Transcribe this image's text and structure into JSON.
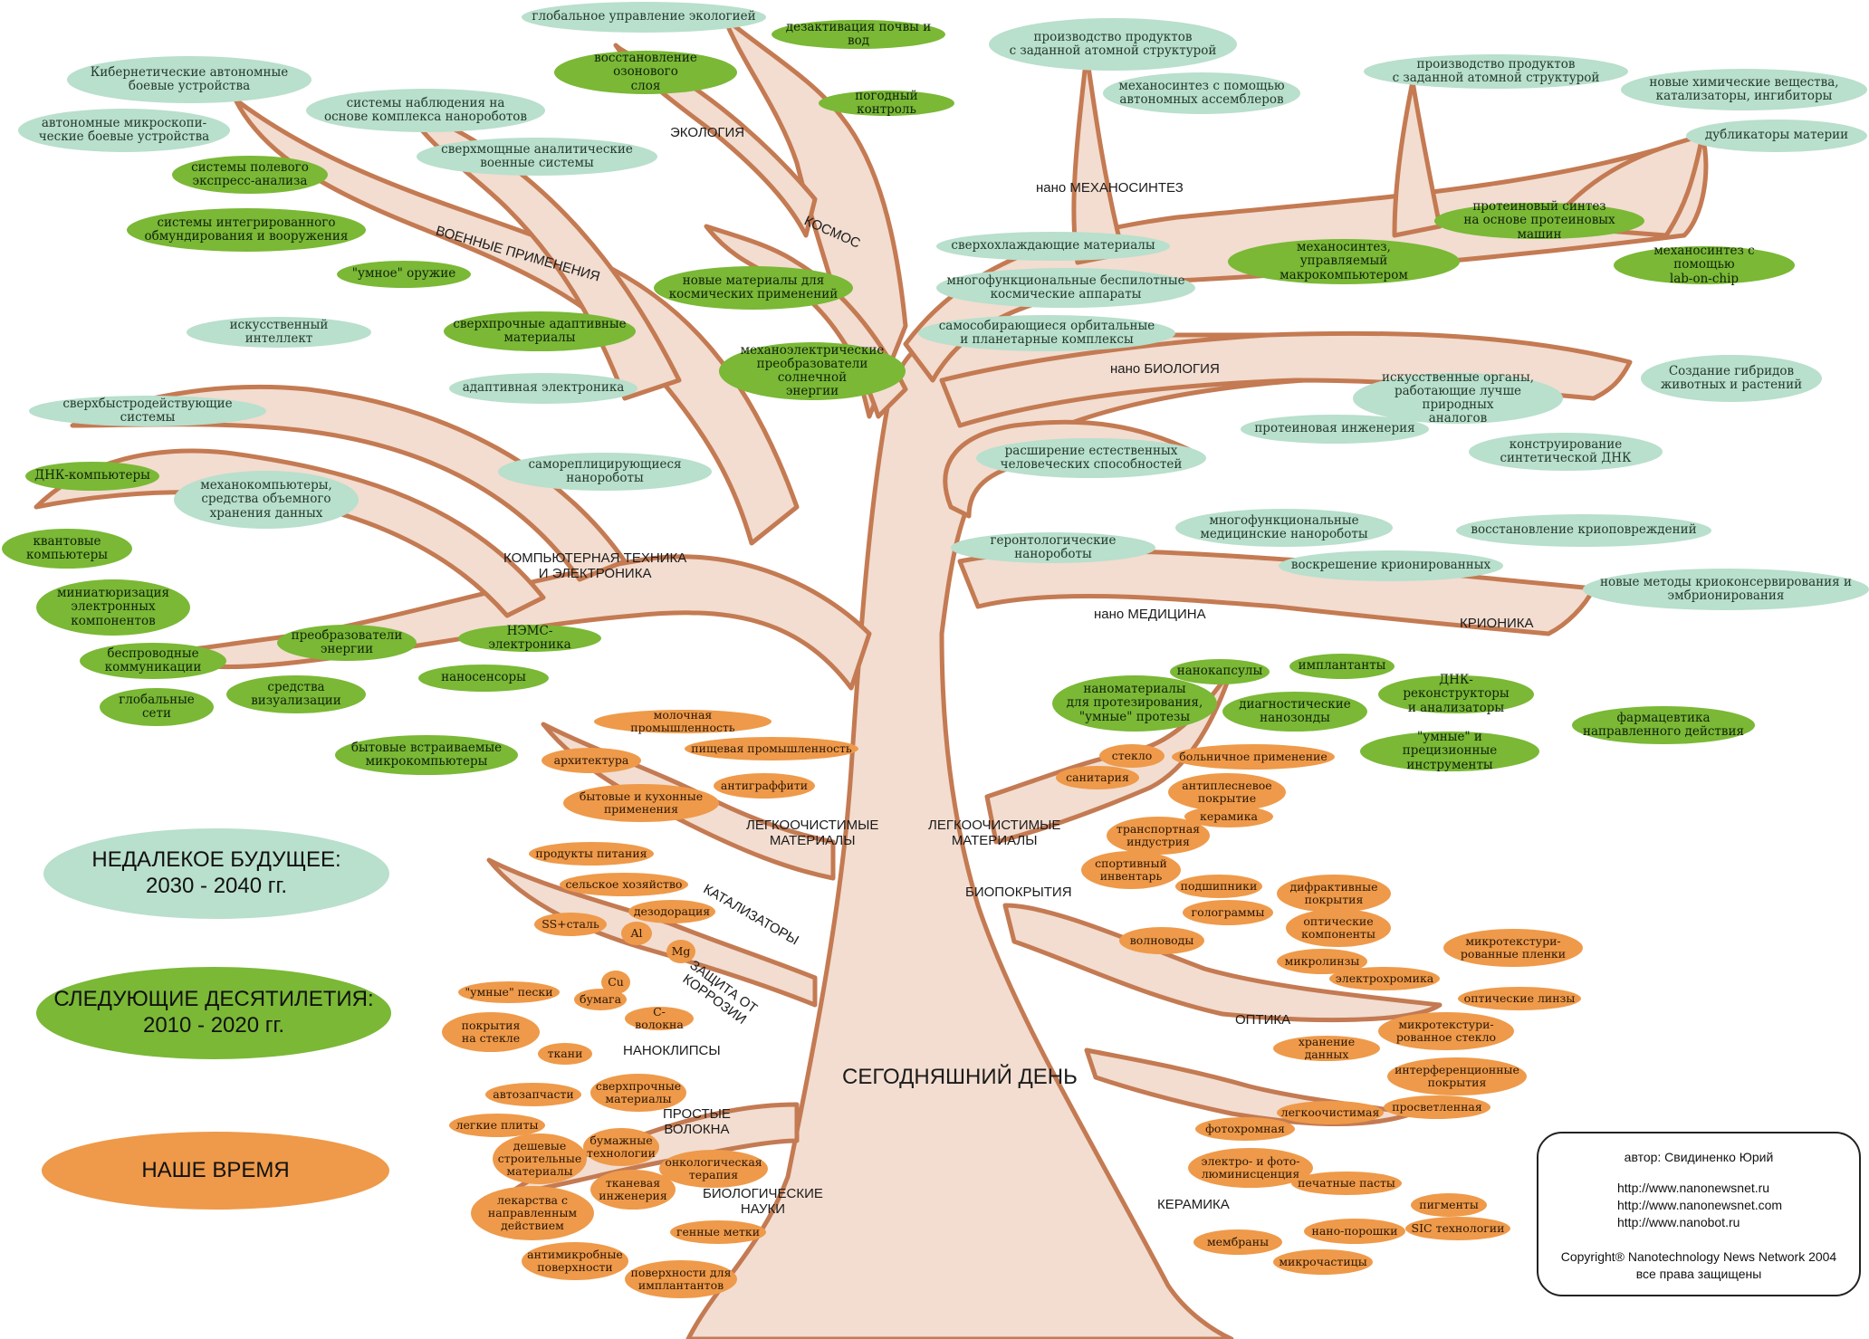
{
  "main_title": "СЕГОДНЯШНИЙ ДЕНЬ",
  "colors": {
    "trunk": "#f2ddd0",
    "outline": "#c47a52",
    "near_future": "#b9dfcd",
    "next_decades": "#7ab836",
    "our_time": "#ee9a4a"
  },
  "legend": {
    "near_future": "НЕДАЛЕКОЕ БУДУЩЕЕ:\n2030 - 2040 гг.",
    "next_decades": "СЛЕДУЮЩИЕ ДЕСЯТИЛЕТИЯ:\n2010 - 2020 гг.",
    "our_time": "НАШЕ ВРЕМЯ"
  },
  "credit": {
    "author": "автор: Свидиненко Юрий",
    "links": [
      "http://www.nanonewsnet.ru",
      "http://www.nanonewsnet.com",
      "http://www.nanobot.ru"
    ],
    "copyright": "Copyright® Nanotechnology News Network  2004",
    "rights": "все права защищены"
  },
  "branches": {
    "ecology": "ЭКОЛОГИЯ",
    "military": "ВОЕННЫЕ ПРИМЕНЕНИЯ",
    "space": "КОСМОС",
    "mechanosynthesis": "нано МЕХАНОСИНТЕЗ",
    "biology": "нано БИОЛОГИЯ",
    "computers": "КОМПЬЮТЕРНАЯ ТЕХНИКА\nИ ЭЛЕКТРОНИКА",
    "medicine": "нано МЕДИЦИНА",
    "cryonics": "КРИОНИКА",
    "easyclean_left": "ЛЕГКООЧИСТИМЫЕ\nМАТЕРИАЛЫ",
    "easyclean_right": "ЛЕГКООЧИСТИМЫЕ\nМАТЕРИАЛЫ",
    "biocoatings": "БИОПОКРЫТИЯ",
    "catalysts": "КАТАЛИЗАТОРЫ",
    "corrosion": "ЗАЩИТА ОТ\nКОРРОЗИИ",
    "nanoclips": "НАНОКЛИПСЫ",
    "fibers": "ПРОСТЫЕ\nВОЛОКНА",
    "bio_sciences": "БИОЛОГИЧЕСКИЕ\nНАУКИ",
    "optics": "ОПТИКА",
    "ceramics": "КЕРАМИКА"
  },
  "near_future_leaves": [
    "глобальное управление экологией",
    "производство продуктов\nс заданной атомной структурой",
    "Кибернетические автономные\nбоевые устройства",
    "системы наблюдения на\nоснове комплекса нанороботов",
    "производство продуктов\nс заданной атомной структурой",
    "новые химические вещества,\nкатализаторы, ингибиторы",
    "механосинтез с помощью\nавтономных ассемблеров",
    "автономные микроскопи-\nческие боевые устройства",
    "сверхмощные аналитические\nвоенные системы",
    "дубликаторы материи",
    "сверхохлаждающие материалы",
    "многофункциональные беспилотные\nкосмические аппараты",
    "искусственный интеллект",
    "самособирающиеся орбитальные\nи планетарные комплексы",
    "Создание гибридов\nживотных и растений",
    "адаптивная электроника",
    "искусственные органы,\nработающие лучше природных\nаналогов",
    "сверхбыстродействующие системы",
    "протеиновая инженерия",
    "расширение естественных\nчеловеческих способностей",
    "конструирование\nсинтетической ДНК",
    "самореплицирующиеся\nнанороботы",
    "механокомпьютеры,\nсредства объемного\nхранения данных",
    "многофункциональные\nмедицинские нанороботы",
    "восстановление криоповреждений",
    "геронтологические нанороботы",
    "воскрешение крионированных",
    "новые методы криоконсервирования и\nэмбрионирования"
  ],
  "next_decades_leaves": [
    "дезактивация почвы и вод",
    "восстановление озонового\nслоя",
    "погодный контроль",
    "системы полевого\nэкспресс-анализа",
    "системы интегрированного\nобмундирования и вооружения",
    "протеиновый синтез\nна основе протеиновых машин",
    "механосинтез,\nуправляемый макрокомпьютером",
    "механосинтез с помощью\nlab-on-chip",
    "\"умное\" оружие",
    "новые материалы для\nкосмических применений",
    "сверхпрочные адаптивные\nматериалы",
    "механоэлектрические\nпреобразователи солнечной\nэнергии",
    "ДНК-компьютеры",
    "квантовые\nкомпьютеры",
    "миниатюризация\nэлектронных\nкомпонентов",
    "преобразователи\nэнергии",
    "НЭМС-электроника",
    "беспроводные\nкоммуникации",
    "наносенсоры",
    "средства\nвизуализации",
    "глобальные\nсети",
    "бытовые встраиваемые\nмикрокомпьютеры",
    "нанокапсулы",
    "имплантанты",
    "наноматериалы\nдля протезирования,\n\"умные\" протезы",
    "диагностические\nнанозонды",
    "ДНК-реконструкторы\nи анализаторы",
    "фармацевтика\nнаправленного действия",
    "\"умные\" и прецизионные\nинструменты"
  ],
  "our_time_leaves": [
    "молочная промышленность",
    "архитектура",
    "пищевая промышленность",
    "антиграффити",
    "бытовые и кухонные\nприменения",
    "стекло",
    "больничное применение",
    "санитария",
    "антиплесневое\nпокрытие",
    "керамика",
    "транспортная\nиндустрия",
    "продукты питания",
    "спортивный\nинвентарь",
    "сельское хозяйство",
    "подшипники",
    "дифрактивные\nпокрытия",
    "дезодорация",
    "SS+сталь",
    "Al",
    "голограммы",
    "оптические\nкомпоненты",
    "Mg",
    "волноводы",
    "микротекстури-\nрованные пленки",
    "микролинзы",
    "Cu",
    "\"умные\" пески",
    "бумага",
    "электрохромика",
    "оптические линзы",
    "C-волокна",
    "покрытия\nна стекле",
    "микротекстури-\nрованное стекло",
    "ткани",
    "хранение данных",
    "сверхпрочные\nматериалы",
    "автозапчасти",
    "интерференционные\nпокрытия",
    "легкоочистимая",
    "просветленная",
    "легкие плиты",
    "бумажные\nтехнологии",
    "фотохромная",
    "дешевые\nстроительные\nматериалы",
    "онкологическая\nтерапия",
    "электро- и фото-\nлюминисценция",
    "тканевая\nинженерия",
    "печатные пасты",
    "лекарства с\nнаправленным\nдействием",
    "пигменты",
    "генные метки",
    "мембраны",
    "нано-порошки",
    "SIC технологии",
    "антимикробные\nповерхности",
    "поверхности для\nимплантантов",
    "микрочастицы"
  ]
}
